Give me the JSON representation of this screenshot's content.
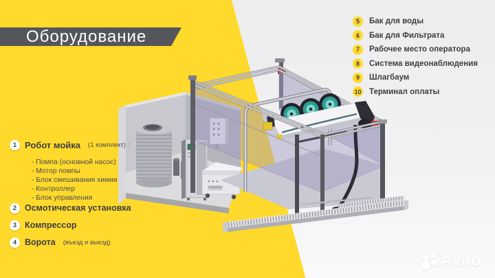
{
  "banner": {
    "title": "Оборудование"
  },
  "left_list": {
    "items": [
      {
        "num": "1",
        "label": "Робот мойка",
        "note": "(1 комплект) :",
        "sub": [
          "- Помпа (основной насос)",
          "- Мотор помпы",
          "- Блок смешивания химии",
          "- Контроллер",
          "- Блок управления"
        ]
      },
      {
        "num": "2",
        "label": "Осмотическая установка"
      },
      {
        "num": "3",
        "label": "Компрессор"
      },
      {
        "num": "4",
        "label": "Ворота",
        "note": "(въезд и выезд)"
      }
    ]
  },
  "right_list": {
    "items": [
      {
        "num": "5",
        "label": "Бак для воды"
      },
      {
        "num": "6",
        "label": "Бак для Фильтрата"
      },
      {
        "num": "7",
        "label": "Рабочее место оператора"
      },
      {
        "num": "8",
        "label": "Система видеонаблюдения"
      },
      {
        "num": "9",
        "label": "Шлагбаум"
      },
      {
        "num": "10",
        "label": "Терминал оплаты"
      }
    ]
  },
  "watermark": {
    "brand": "Avito"
  },
  "colors": {
    "background_yellow": "#FFD92B",
    "banner_gray": "#54565C",
    "text_dark": "#3E3E42",
    "glass_lavender": "#9E98BE",
    "roller_teal": "#2F9E96",
    "accent_red": "#C03A2D"
  }
}
